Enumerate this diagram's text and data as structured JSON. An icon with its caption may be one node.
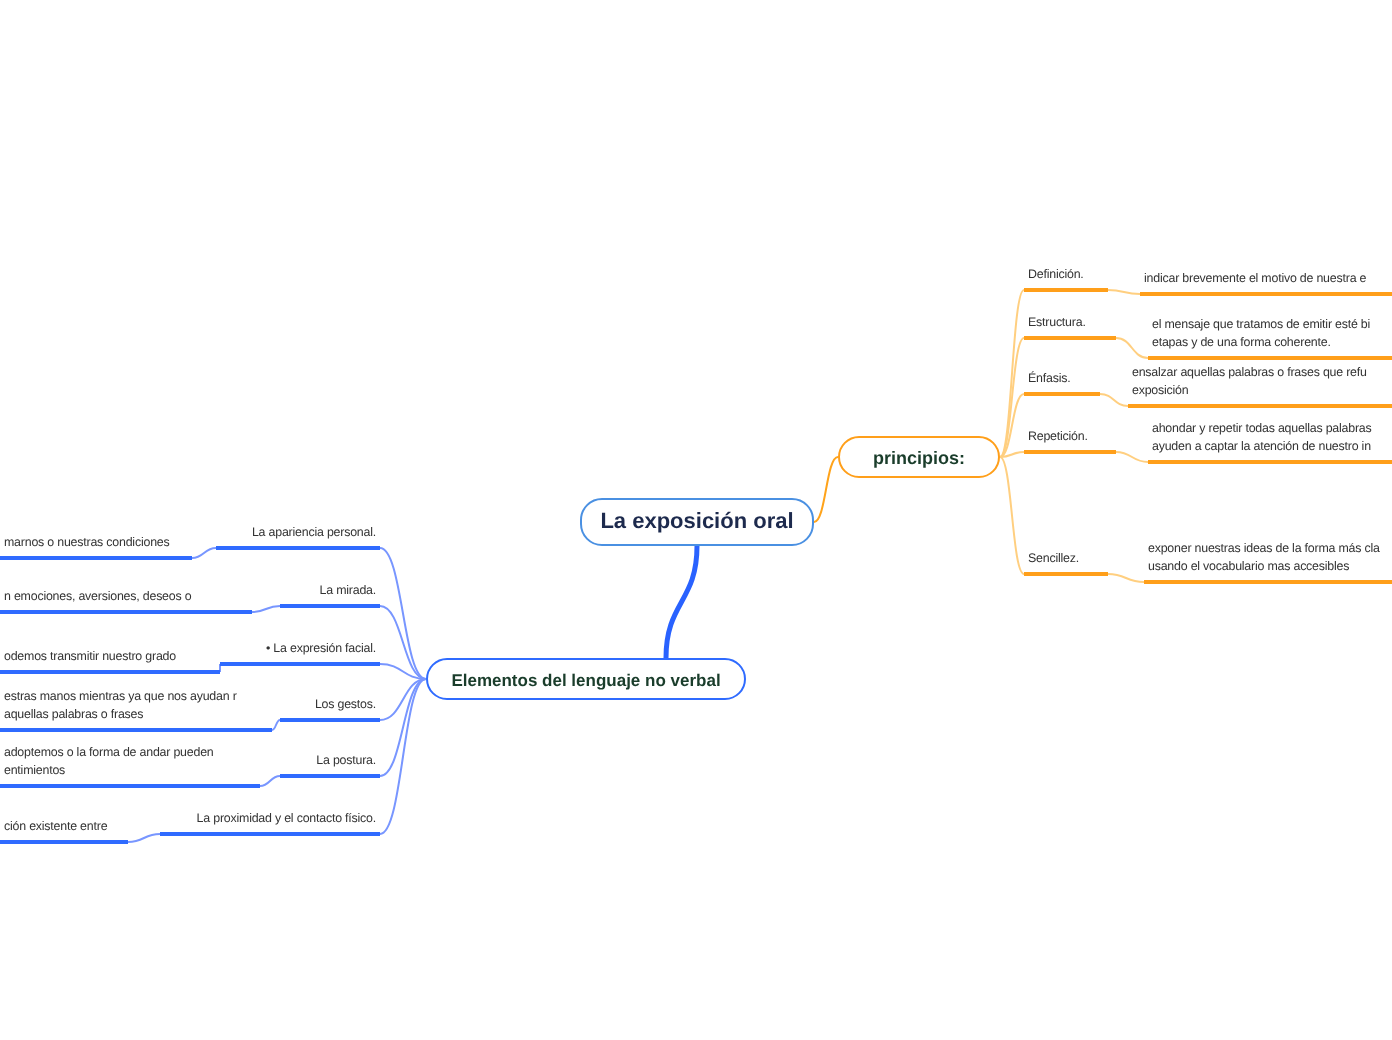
{
  "diagram": {
    "nodes": [
      {
        "text": [
          "La exposición oral"
        ]
      },
      {
        "text": [
          "principios:"
        ]
      },
      {
        "text": [
          "Definición."
        ]
      },
      {
        "text": [
          "indicar brevemente el motivo de nuestra e"
        ]
      },
      {
        "text": [
          "Estructura."
        ]
      },
      {
        "text": [
          "el mensaje que tratamos de emitir esté bi etapas y de una forma coherente."
        ]
      },
      {
        "text": [
          "Énfasis."
        ]
      },
      {
        "text": [
          "ensalzar aquellas palabras o frases que refu exposición"
        ]
      },
      {
        "text": [
          "Repetición."
        ]
      },
      {
        "text": [
          "ahondar y repetir todas aquellas palabras ayuden a captar la atención de nuestro in"
        ]
      },
      {
        "text": [
          "Sencillez."
        ]
      },
      {
        "text": [
          "exponer nuestras ideas de la forma más cla usando el vocabulario mas accesibles"
        ]
      },
      {
        "text": [
          "Elementos del lenguaje no verbal"
        ]
      },
      {
        "text": [
          "La apariencia personal."
        ]
      },
      {
        "text": [
          "marnos o nuestras condiciones"
        ]
      },
      {
        "text": [
          "La mirada."
        ]
      },
      {
        "text": [
          "n emociones, aversiones, deseos o"
        ]
      },
      {
        "text": [
          "• La expresión facial."
        ]
      },
      {
        "text": [
          "odemos transmitir nuestro grado"
        ]
      },
      {
        "text": [
          "Los gestos."
        ]
      },
      {
        "text": [
          "estras manos mientras ya que nos ayudan r aquellas palabras o frases"
        ]
      },
      {
        "text": [
          "La postura."
        ]
      },
      {
        "text": [
          "adoptemos o la forma de andar pueden entimientos"
        ]
      },
      {
        "text": [
          "La proximidad y el contacto físico."
        ]
      },
      {
        "text": [
          "ción existente entre"
        ]
      }
    ],
    "edges": [
      {
        "from": 0,
        "to": 1,
        "arrow": "none",
        "color": "#ffa31a"
      },
      {
        "from": 1,
        "to": 2,
        "arrow": "none",
        "color": "#ffcf80"
      },
      {
        "from": 2,
        "to": 3,
        "arrow": "none",
        "color": "#ffcf80"
      },
      {
        "from": 1,
        "to": 4,
        "arrow": "none",
        "color": "#ffcf80"
      },
      {
        "from": 4,
        "to": 5,
        "arrow": "none",
        "color": "#ffcf80"
      },
      {
        "from": 1,
        "to": 6,
        "arrow": "none",
        "color": "#ffcf80"
      },
      {
        "from": 6,
        "to": 7,
        "arrow": "none",
        "color": "#ffcf80"
      },
      {
        "from": 1,
        "to": 8,
        "arrow": "none",
        "color": "#ffcf80"
      },
      {
        "from": 8,
        "to": 9,
        "arrow": "none",
        "color": "#ffcf80"
      },
      {
        "from": 1,
        "to": 10,
        "arrow": "none",
        "color": "#ffcf80"
      },
      {
        "from": 10,
        "to": 11,
        "arrow": "none",
        "color": "#ffcf80"
      },
      {
        "from": 0,
        "to": 12,
        "arrow": "none",
        "style": "thick",
        "color": "#2962ff"
      },
      {
        "from": 12,
        "to": 13,
        "arrow": "none"
      },
      {
        "from": 13,
        "to": 14,
        "arrow": "none"
      },
      {
        "from": 12,
        "to": 15,
        "arrow": "none"
      },
      {
        "from": 15,
        "to": 16,
        "arrow": "none"
      },
      {
        "from": 12,
        "to": 17,
        "arrow": "none"
      },
      {
        "from": 17,
        "to": 18,
        "arrow": "none"
      },
      {
        "from": 12,
        "to": 19,
        "arrow": "none"
      },
      {
        "from": 19,
        "to": 20,
        "arrow": "none"
      },
      {
        "from": 12,
        "to": 21,
        "arrow": "none"
      },
      {
        "from": 21,
        "to": 22,
        "arrow": "none"
      },
      {
        "from": 12,
        "to": 23,
        "arrow": "none"
      },
      {
        "from": 23,
        "to": 24,
        "arrow": "none"
      }
    ]
  }
}
